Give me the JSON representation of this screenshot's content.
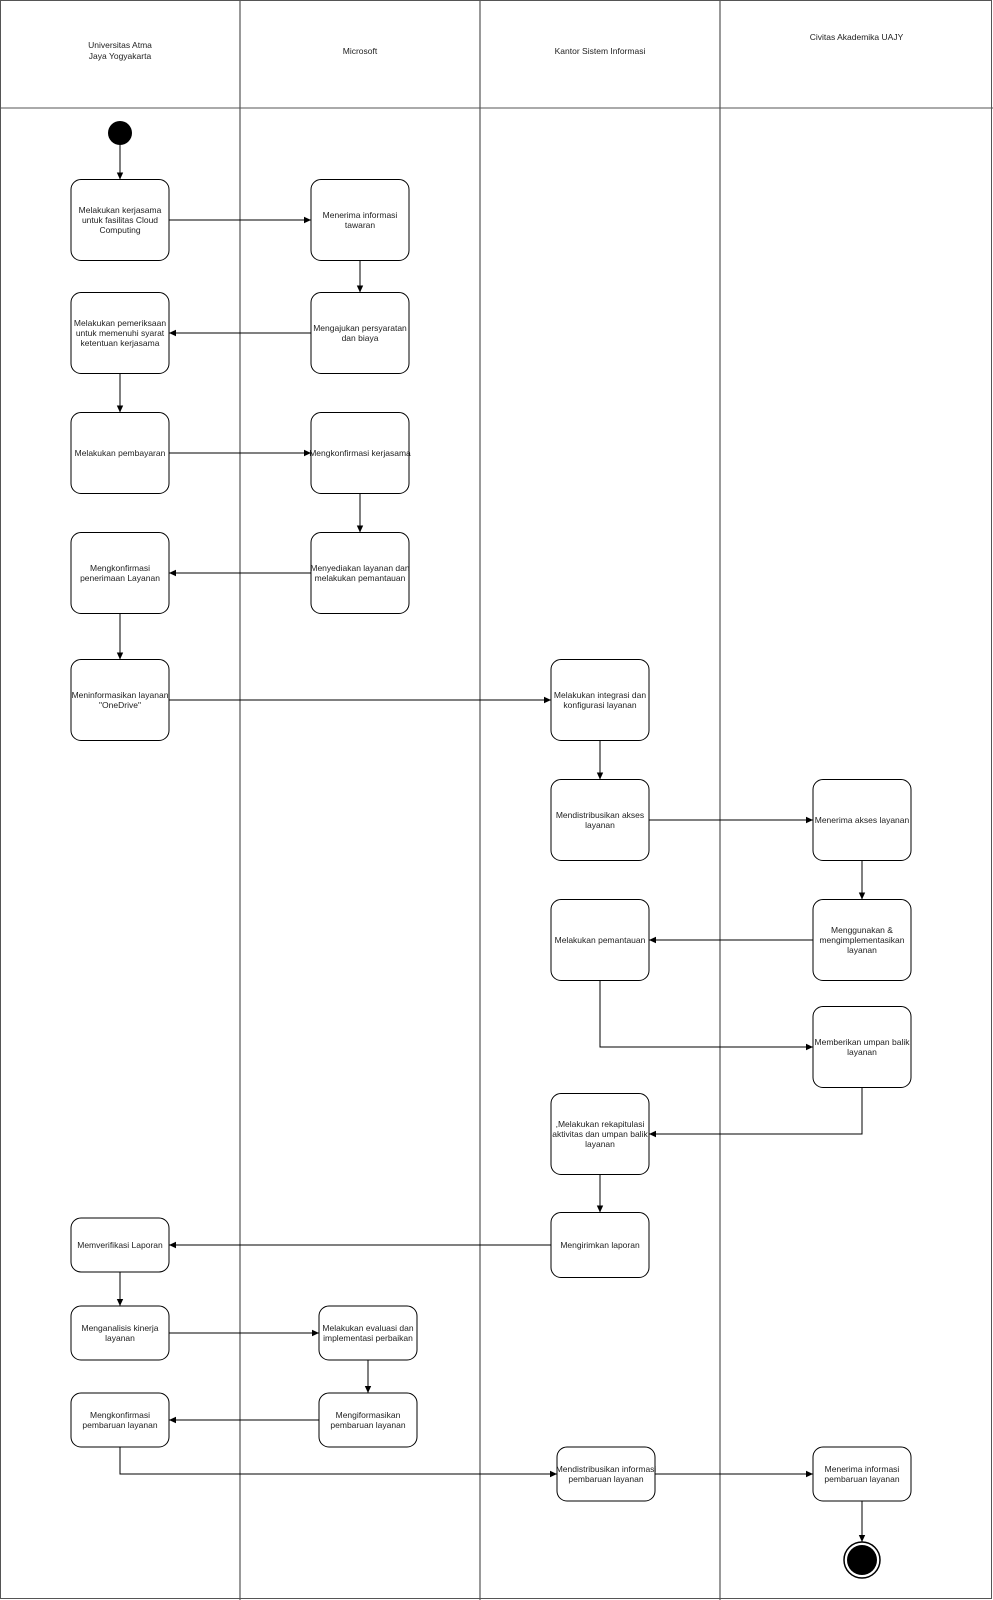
{
  "lanes": [
    {
      "id": "uajy",
      "title_lines": [
        "Universitas Atma",
        "Jaya Yogyakarta"
      ]
    },
    {
      "id": "microsoft",
      "title_lines": [
        "Microsoft"
      ]
    },
    {
      "id": "ksi",
      "title_lines": [
        "Kantor Sistem Informasi"
      ]
    },
    {
      "id": "civitas",
      "title_lines": [
        "Civitas Akademika UAJY"
      ]
    }
  ],
  "activities": [
    {
      "id": "a1",
      "lines": [
        "Melakukan kerjasama",
        "untuk fasilitas Cloud",
        "Computing"
      ]
    },
    {
      "id": "a2",
      "lines": [
        "Menerima informasi",
        "tawaran"
      ]
    },
    {
      "id": "a3",
      "lines": [
        "Mengajukan persyaratan",
        "dan biaya"
      ]
    },
    {
      "id": "a4",
      "lines": [
        "Melakukan pemeriksaan",
        "untuk memenuhi syarat",
        "ketentuan kerjasama"
      ]
    },
    {
      "id": "a5",
      "lines": [
        "Melakukan pembayaran"
      ]
    },
    {
      "id": "a6",
      "lines": [
        "Mengkonfirmasi kerjasama"
      ]
    },
    {
      "id": "a7",
      "lines": [
        "Menyediakan layanan dan",
        "melakukan pemantauan"
      ]
    },
    {
      "id": "a8",
      "lines": [
        "Mengkonfirmasi",
        "penerimaan Layanan"
      ]
    },
    {
      "id": "a9",
      "lines": [
        "Meninformasikan layanan",
        "\"OneDrive\""
      ]
    },
    {
      "id": "a10",
      "lines": [
        "Melakukan integrasi dan",
        "konfigurasi layanan"
      ]
    },
    {
      "id": "a11",
      "lines": [
        "Mendistribusikan akses",
        "layanan"
      ]
    },
    {
      "id": "a12",
      "lines": [
        "Menerima akses layanan"
      ]
    },
    {
      "id": "a13",
      "lines": [
        "Menggunakan &",
        "mengimplementasikan",
        "layanan"
      ]
    },
    {
      "id": "a14",
      "lines": [
        "Melakukan pemantauan"
      ]
    },
    {
      "id": "a15",
      "lines": [
        "Memberikan umpan balik",
        "layanan"
      ]
    },
    {
      "id": "a16",
      "lines": [
        ",Melakukan rekapitulasi",
        "aktivitas dan umpan balik",
        "layanan"
      ]
    },
    {
      "id": "a17",
      "lines": [
        "Mengirimkan laporan"
      ]
    },
    {
      "id": "a18",
      "lines": [
        "Memverifikasi Laporan"
      ]
    },
    {
      "id": "a19",
      "lines": [
        "Menganalisis kinerja",
        "layanan"
      ]
    },
    {
      "id": "a20",
      "lines": [
        "Melakukan evaluasi dan",
        "implementasi perbaikan"
      ]
    },
    {
      "id": "a21",
      "lines": [
        "Mengkonfirmasi",
        "pembaruan layanan"
      ]
    },
    {
      "id": "a22",
      "lines": [
        "Mengiformasikan",
        "pembaruan layanan"
      ]
    },
    {
      "id": "a23",
      "lines": [
        "Mendistribusikan informasi",
        "pembaruan layanan"
      ]
    },
    {
      "id": "a24",
      "lines": [
        "Menerima informasi",
        "pembaruan layanan"
      ]
    }
  ],
  "flows": [
    {
      "from": "start",
      "to": "a1"
    },
    {
      "from": "a1",
      "to": "a2"
    },
    {
      "from": "a2",
      "to": "a3"
    },
    {
      "from": "a3",
      "to": "a4"
    },
    {
      "from": "a4",
      "to": "a5"
    },
    {
      "from": "a5",
      "to": "a6"
    },
    {
      "from": "a6",
      "to": "a7"
    },
    {
      "from": "a7",
      "to": "a8"
    },
    {
      "from": "a8",
      "to": "a9"
    },
    {
      "from": "a9",
      "to": "a10"
    },
    {
      "from": "a10",
      "to": "a11"
    },
    {
      "from": "a11",
      "to": "a12"
    },
    {
      "from": "a12",
      "to": "a13"
    },
    {
      "from": "a13",
      "to": "a14"
    },
    {
      "from": "a14",
      "to": "a15"
    },
    {
      "from": "a15",
      "to": "a16"
    },
    {
      "from": "a16",
      "to": "a17"
    },
    {
      "from": "a17",
      "to": "a18"
    },
    {
      "from": "a18",
      "to": "a19"
    },
    {
      "from": "a19",
      "to": "a20"
    },
    {
      "from": "a20",
      "to": "a22"
    },
    {
      "from": "a22",
      "to": "a21"
    },
    {
      "from": "a21",
      "to": "a23"
    },
    {
      "from": "a23",
      "to": "a24"
    },
    {
      "from": "a24",
      "to": "end"
    }
  ],
  "colors": {
    "line": "#000000",
    "fill": "#ffffff",
    "text": "#222222",
    "lane_border": "#555555"
  }
}
